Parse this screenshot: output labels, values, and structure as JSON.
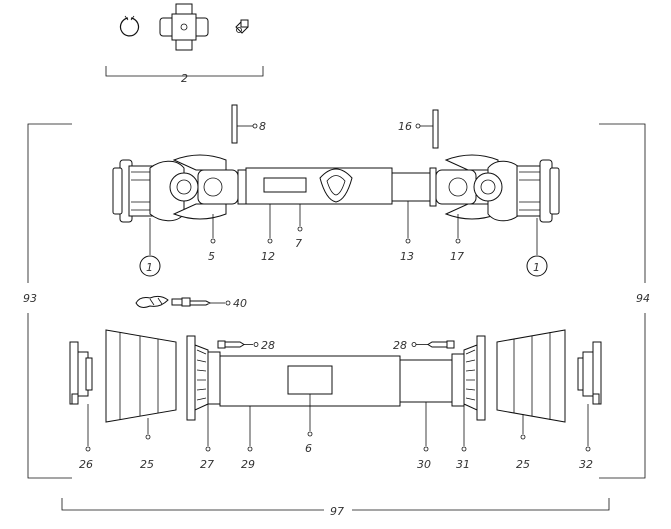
{
  "labels": {
    "l2": "2",
    "l8": "8",
    "l16": "16",
    "l1a": "1",
    "l5": "5",
    "l12": "12",
    "l7": "7",
    "l13": "13",
    "l17": "17",
    "l1b": "1",
    "l93": "93",
    "l94": "94",
    "l40": "40",
    "l28a": "28",
    "l28b": "28",
    "l26": "26",
    "l25a": "25",
    "l27": "27",
    "l29": "29",
    "l6": "6",
    "l30": "30",
    "l31": "31",
    "l25b": "25",
    "l32": "32",
    "l97": "97"
  }
}
